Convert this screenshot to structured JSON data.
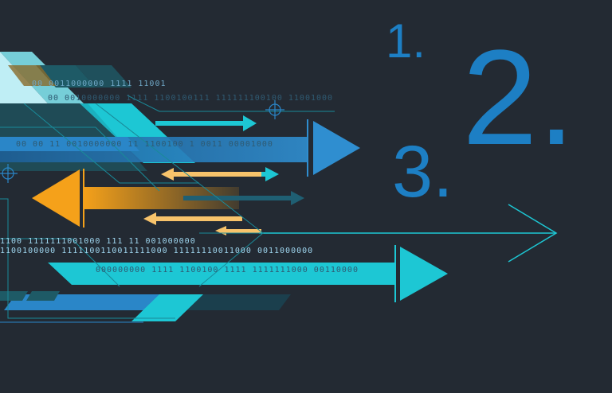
{
  "numbers": {
    "one": "1.",
    "two": "2.",
    "three": "3."
  },
  "binary": {
    "row1": "00  0011000000   1111  11001",
    "row2": "00  0010000000   1111  1100100111   111111100100   11001000",
    "row3": "00  00    11   0010000000  11   1100100  1   0011  00001000",
    "row4": "1100   1111111001000  111 11  001000000",
    "row5": "1100100000   1111100110011111000  11111110011000  0011000000",
    "row6": "000000000   1111  1100100  1111    1111111000  00110000"
  },
  "colors": {
    "background": "#232a33",
    "cyan": "#1dc7d4",
    "orange": "#f5a11a",
    "light_orange": "#f7c36b",
    "blue": "#2a86c8",
    "number_blue": "#1d7fc4"
  }
}
